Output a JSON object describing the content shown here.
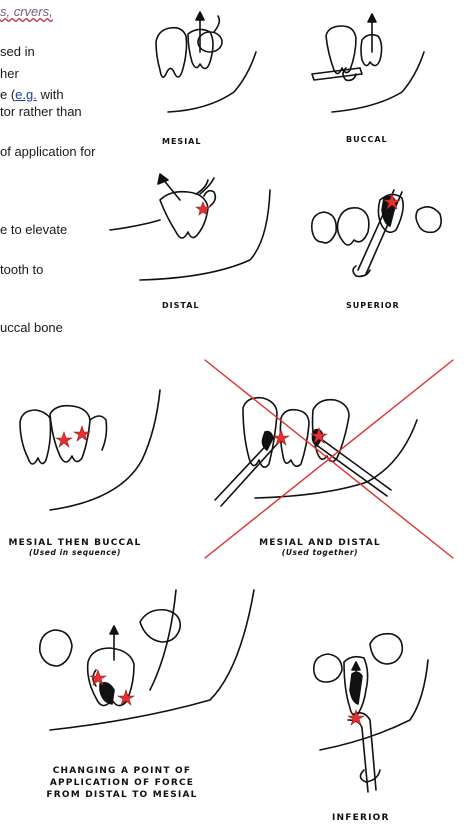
{
  "text_fragments": [
    {
      "id": "f0",
      "text": "s, crvers,"
    },
    {
      "id": "f1",
      "text": "sed in"
    },
    {
      "id": "f2",
      "text": "her"
    },
    {
      "id": "f3a",
      "text": "e ("
    },
    {
      "id": "f3b",
      "text": "e.g."
    },
    {
      "id": "f3c",
      "text": " with"
    },
    {
      "id": "f4",
      "text": "tor rather than"
    },
    {
      "id": "f5",
      "text": "of application for"
    },
    {
      "id": "f6",
      "text": "e to elevate"
    },
    {
      "id": "f7",
      "text": " tooth to"
    },
    {
      "id": "f8",
      "text": "uccal bone"
    }
  ],
  "captions": {
    "mesial": "MESIAL",
    "buccal": "BUCCAL",
    "distal": "DISTAL",
    "superior": "SUPERIOR",
    "mesial_then_buccal": "MESIAL THEN BUCCAL",
    "mesial_then_buccal_sub": "(Used in sequence)",
    "mesial_and_distal": "MESIAL AND DISTAL",
    "mesial_and_distal_sub": "(Used together)",
    "changing_point": [
      "CHANGING A POINT OF",
      "APPLICATION OF FORCE",
      "FROM DISTAL TO MESIAL"
    ],
    "inferior": "INFERIOR"
  },
  "colors": {
    "star": "#e53030",
    "cross": "#e03030",
    "ink": "#111111"
  },
  "icons": [
    "star-marker",
    "elevator-instrument",
    "rotation-arrow",
    "cross-out"
  ]
}
